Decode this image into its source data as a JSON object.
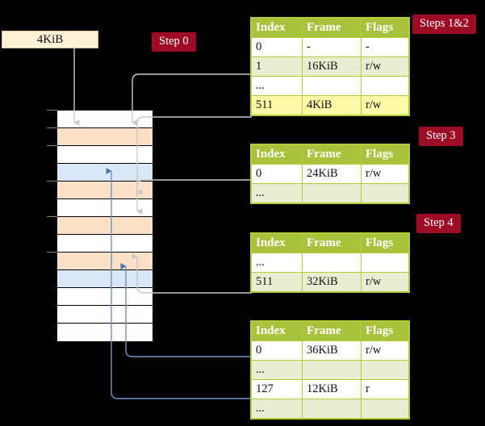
{
  "diagram": {
    "title_box": {
      "label": "4KiB"
    },
    "badges": [
      {
        "name": "step-0",
        "label": "Step 0"
      },
      {
        "name": "steps-1-2",
        "label": "Steps 1&2"
      },
      {
        "name": "step-3",
        "label": "Step 3"
      },
      {
        "name": "step-4",
        "label": "Step 4"
      }
    ],
    "columns": [
      "Index",
      "Frame",
      "Flags"
    ],
    "tables": [
      {
        "name": "page-table-level-0",
        "rows": [
          {
            "index": "0",
            "frame": "-",
            "flags": "-",
            "style": "plain"
          },
          {
            "index": "1",
            "frame": "16KiB",
            "flags": "r/w",
            "style": "alt"
          },
          {
            "index": "...",
            "frame": "",
            "flags": "",
            "style": "plain"
          },
          {
            "index": "511",
            "frame": "4KiB",
            "flags": "r/w",
            "style": "highlight"
          }
        ]
      },
      {
        "name": "page-table-level-1",
        "rows": [
          {
            "index": "0",
            "frame": "24KiB",
            "flags": "r/w",
            "style": "plain"
          },
          {
            "index": "...",
            "frame": "",
            "flags": "",
            "style": "alt"
          }
        ]
      },
      {
        "name": "page-table-level-2",
        "rows": [
          {
            "index": "...",
            "frame": "",
            "flags": "",
            "style": "plain"
          },
          {
            "index": "511",
            "frame": "32KiB",
            "flags": "r/w",
            "style": "alt"
          }
        ]
      },
      {
        "name": "page-table-level-3",
        "rows": [
          {
            "index": "0",
            "frame": "36KiB",
            "flags": "r/w",
            "style": "plain"
          },
          {
            "index": "...",
            "frame": "",
            "flags": "",
            "style": "alt"
          },
          {
            "index": "127",
            "frame": "12KiB",
            "flags": "r",
            "style": "plain"
          },
          {
            "index": "...",
            "frame": "",
            "flags": "",
            "style": "alt"
          }
        ]
      }
    ],
    "memory_blocks": [
      {
        "fill": "white"
      },
      {
        "fill": "orange"
      },
      {
        "fill": "white"
      },
      {
        "fill": "blue"
      },
      {
        "fill": "orange"
      },
      {
        "fill": "white"
      },
      {
        "fill": "orange"
      },
      {
        "fill": "white"
      },
      {
        "fill": "orange"
      },
      {
        "fill": "blue"
      },
      {
        "fill": "white"
      },
      {
        "fill": "white"
      },
      {
        "fill": "white"
      }
    ],
    "colors": {
      "badge": "#9e0b25",
      "table_header": "#a8c23c",
      "table_border": "#b5cc3a",
      "row_alt": "#e9eed2",
      "row_highlight": "#fbf8a8",
      "mem_orange": "#fde0c8",
      "mem_blue": "#dae7f7",
      "box_fill": "#fdf2d7",
      "wire_gray": "#b0b0b0",
      "wire_blue": "#6f94c4",
      "background": "#000000"
    }
  }
}
